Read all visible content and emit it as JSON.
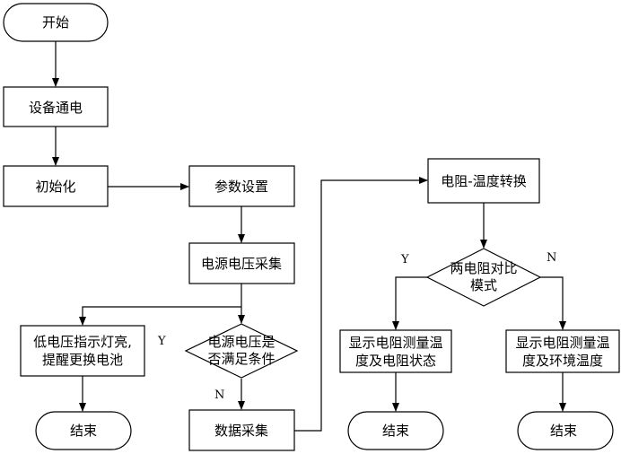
{
  "nodes": {
    "start": "开始",
    "power_on": "设备通电",
    "init": "初始化",
    "param_setting": "参数设置",
    "voltage_sampling": "电源电压采集",
    "voltage_check_line1": "电源电压是",
    "voltage_check_line2": "否满足条件",
    "low_voltage_line1": "低电压指示灯亮,",
    "low_voltage_line2": "提醒更换电池",
    "end_left": "结束",
    "data_sampling": "数据采集",
    "resistance_temp_convert": "电阻-温度转换",
    "compare_mode_line1": "两电阻对比",
    "compare_mode_line2": "模式",
    "show_state_line1": "显示电阻测量温",
    "show_state_line2": "度及电阻状态",
    "end_mid": "结束",
    "show_env_line1": "显示电阻测量温",
    "show_env_line2": "度及环境温度",
    "end_right": "结束"
  },
  "edge_labels": {
    "voltage_yes": "Y",
    "voltage_no": "N",
    "mode_yes": "Y",
    "mode_no": "N"
  }
}
